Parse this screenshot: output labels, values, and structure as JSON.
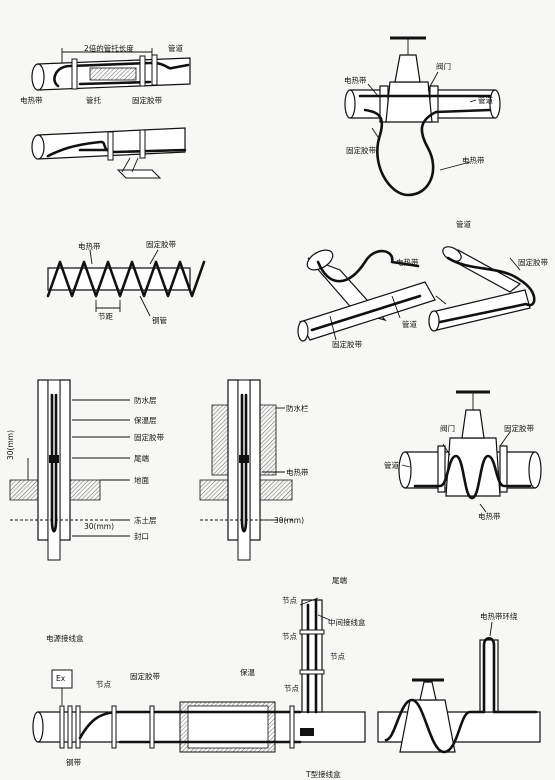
{
  "diagram": {
    "d1": {
      "dim_label": "2倍的管托长度",
      "pipe": "管道",
      "cable": "电热带",
      "support": "管托",
      "tape": "固定胶带"
    },
    "d2": {
      "cable": "电热带",
      "valve": "阀门",
      "pipe": "管道",
      "tape": "固定胶带",
      "cable_loop": "电热带"
    },
    "d3": {
      "cable": "电热带",
      "tape": "固定胶带",
      "pitch": "节距",
      "pipe": "钢管"
    },
    "d4": {
      "cable": "电热带",
      "tape": "固定胶带",
      "pipe": "管道",
      "pipe2": "管道",
      "tape2": "固定胶带"
    },
    "d5": {
      "waterproof": "防水层",
      "insulation": "保温层",
      "tape": "固定胶带",
      "tail": "尾端",
      "ground": "地面",
      "frost": "冻土层",
      "seal": "封口",
      "dim1": "30(mm)",
      "dim2": "30(mm)",
      "dim3": "30(mm)",
      "bar": "防水栏",
      "cable": "电热带"
    },
    "d6": {
      "valve": "阀门",
      "tape": "固定胶带",
      "pipe": "管道",
      "cable": "电热带"
    },
    "d7": {
      "power_box": "电源接线盒",
      "ex": "Ex",
      "node1": "节点",
      "tape": "固定胶带",
      "insul": "保温",
      "steel_band": "钢带",
      "tail": "尾端",
      "node2": "节点",
      "mid_box": "中间接线盒",
      "node3": "节点",
      "node4": "节点",
      "node5": "节点",
      "t_box": "T型接线盒"
    },
    "d8": {
      "loop": "电热带环绕"
    }
  }
}
